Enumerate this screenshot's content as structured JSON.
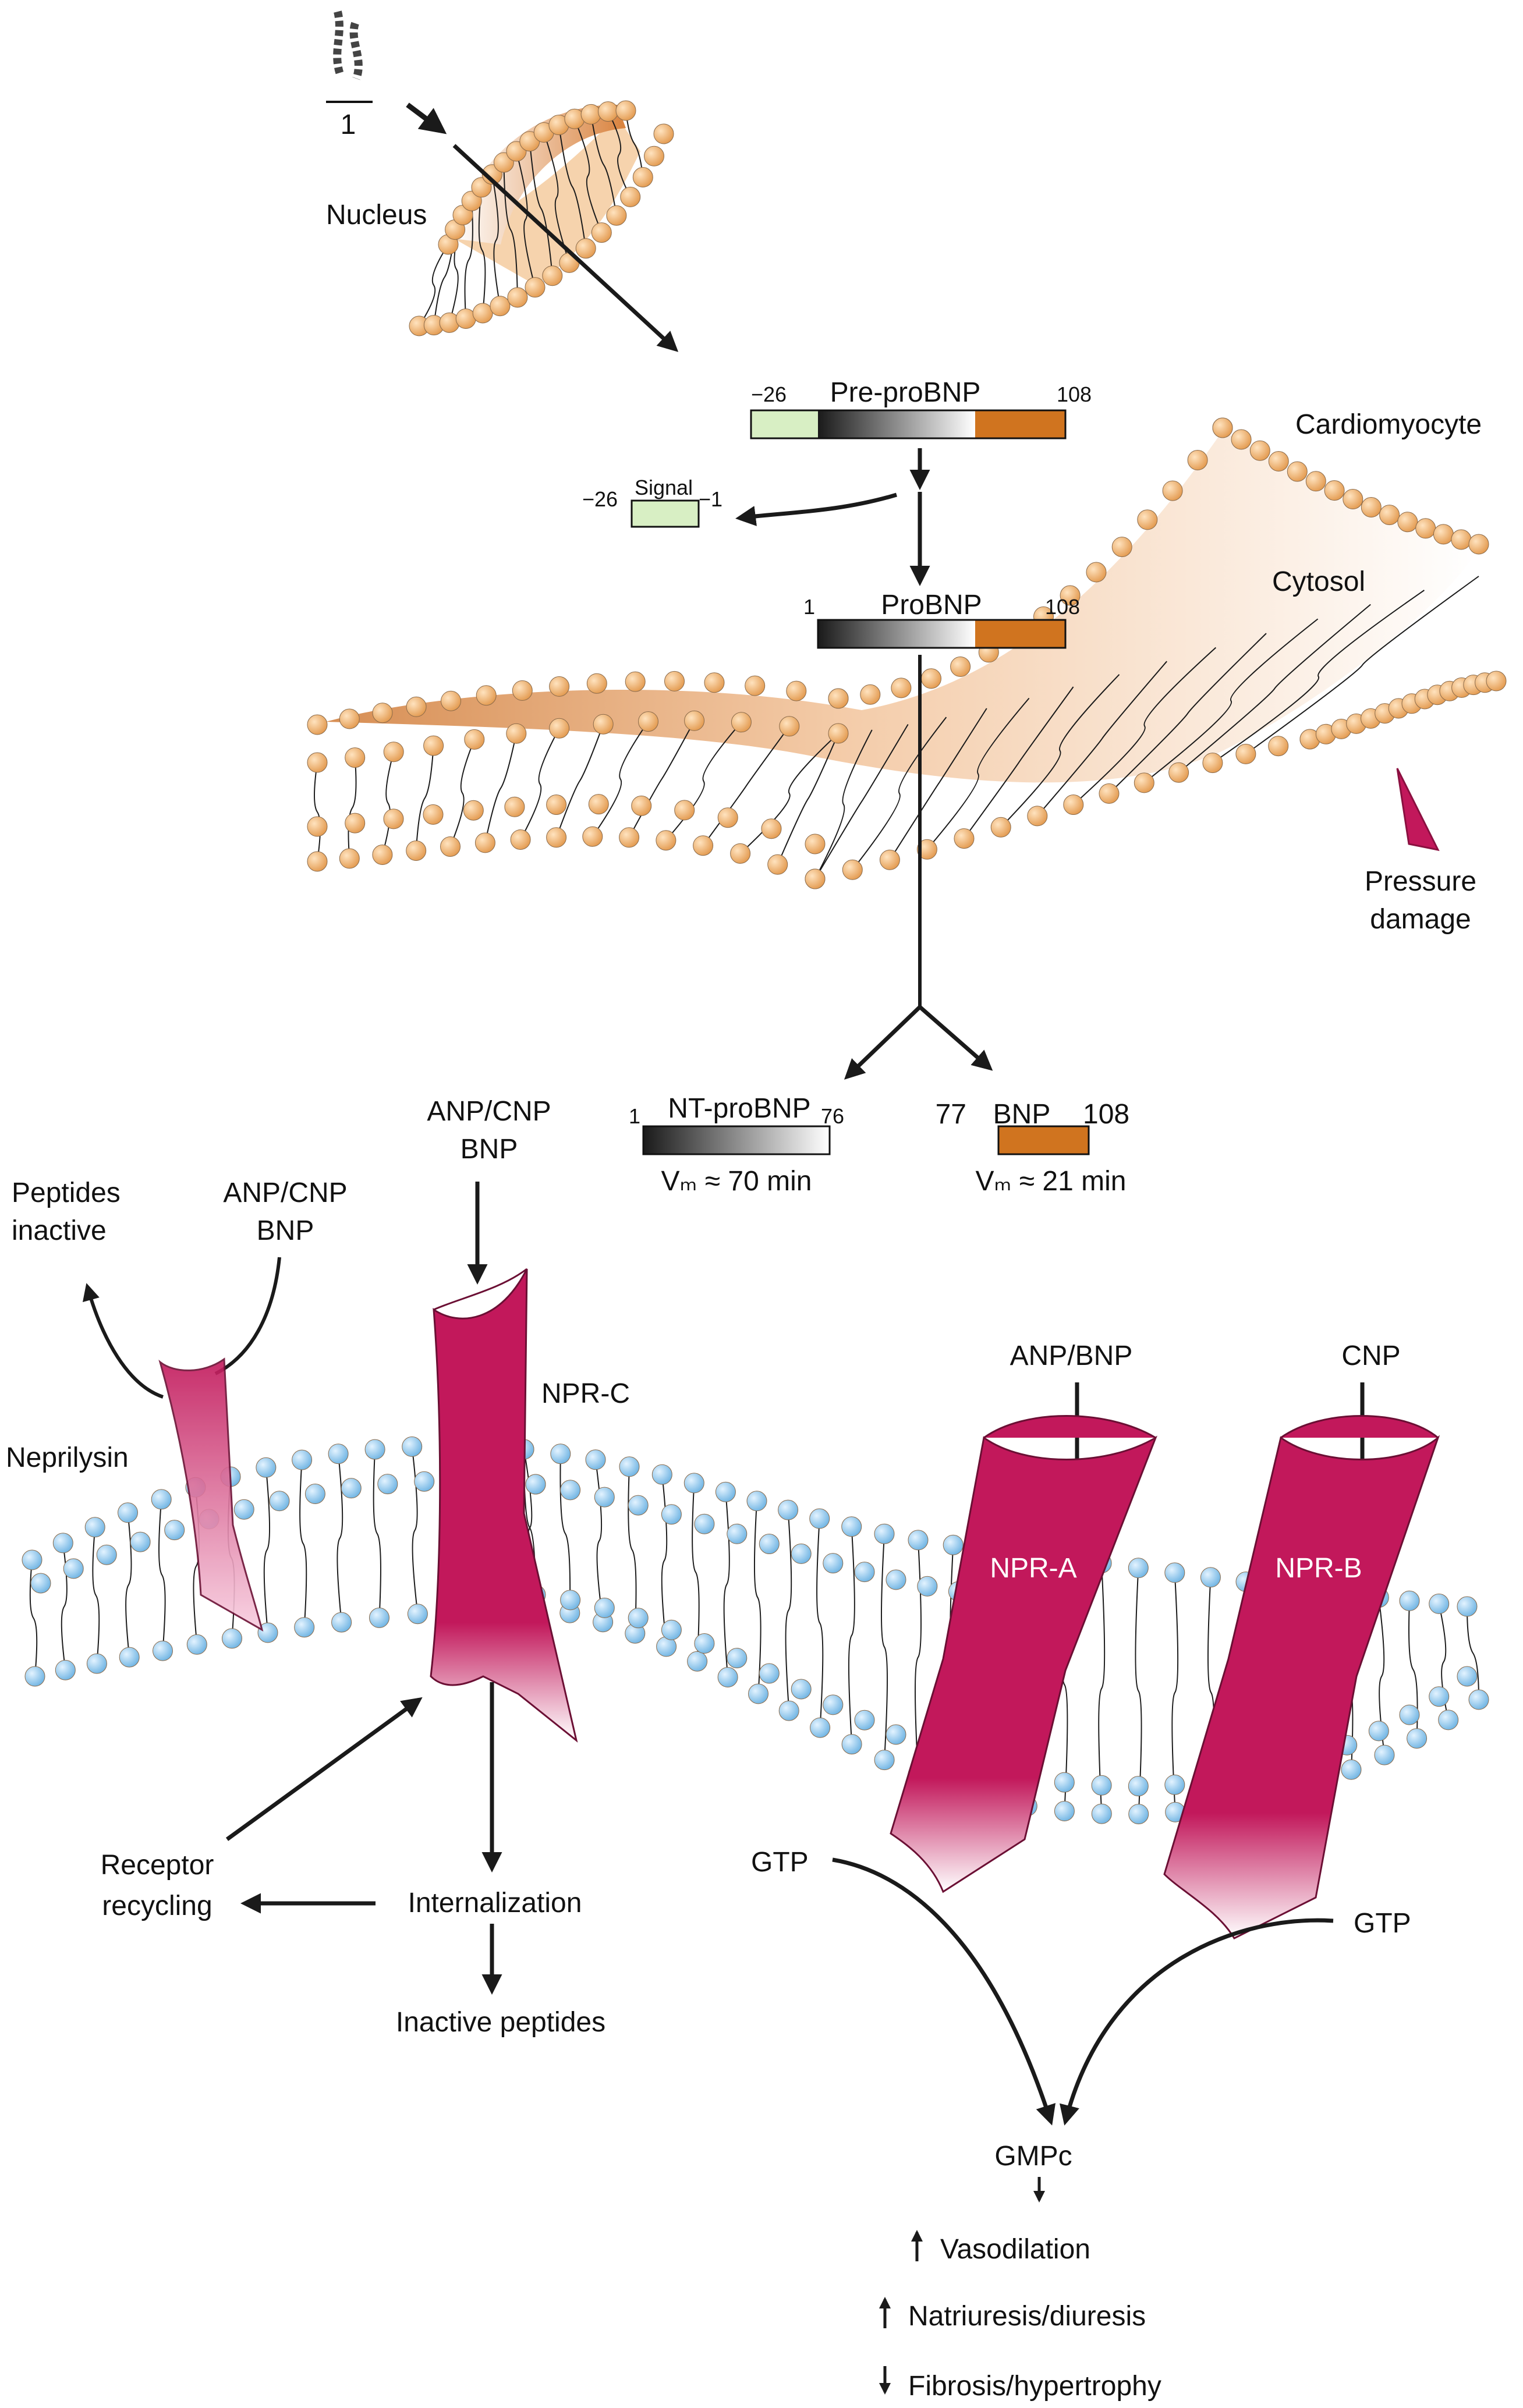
{
  "colors": {
    "background": "#ffffff",
    "orange_head": "#f2b470",
    "orange_cytosol": "#d9823d",
    "blue_head": "#8ec8ee",
    "receptor": "#c2185b",
    "signal_green": "#d8efc4",
    "bnp_orange": "#d0741f",
    "arrow": "#1a1a1a"
  },
  "labels": {
    "chromosome_number": "1",
    "nucleus": "Nucleus",
    "pre_probnp": "Pre-proBNP",
    "pre_probnp_start": "−26",
    "pre_probnp_end": "108",
    "cardiomyocyte": "Cardiomyocyte",
    "signal": "Signal",
    "signal_start": "−26",
    "signal_end": "−1",
    "probnp": "ProBNP",
    "probnp_start": "1",
    "probnp_end": "108",
    "cytosol": "Cytosol",
    "pressure_damage_line1": "Pressure",
    "pressure_damage_line2": "damage",
    "nt_probnp": "NT-proBNP",
    "nt_start": "1",
    "nt_end": "76",
    "nt_halflife": "Vₘ ≈ 70 min",
    "bnp": "BNP",
    "bnp_start": "77",
    "bnp_end": "108",
    "bnp_halflife": "Vₘ ≈ 21 min",
    "ligand_c_line1": "ANP/CNP",
    "ligand_c_line2": "BNP",
    "peptides_inactive_line1": "Peptides",
    "peptides_inactive_line2": "inactive",
    "ligand_n_line1": "ANP/CNP",
    "ligand_n_line2": "BNP",
    "neprilysin": "Neprilysin",
    "npr_c": "NPR-C",
    "anp_bnp": "ANP/BNP",
    "cnp": "CNP",
    "npr_a": "NPR-A",
    "npr_b": "NPR-B",
    "receptor_recycling_line1": "Receptor",
    "receptor_recycling_line2": "recycling",
    "internalization": "Internalization",
    "inactive_peptides": "Inactive peptides",
    "gtp_left": "GTP",
    "gtp_right": "GTP",
    "gmpc": "GMPc",
    "effects": [
      {
        "dir": "up",
        "text": "Vasodilation"
      },
      {
        "dir": "up",
        "text": "Natriuresis/diuresis"
      },
      {
        "dir": "down",
        "text": "Fibrosis/hypertrophy"
      }
    ]
  }
}
